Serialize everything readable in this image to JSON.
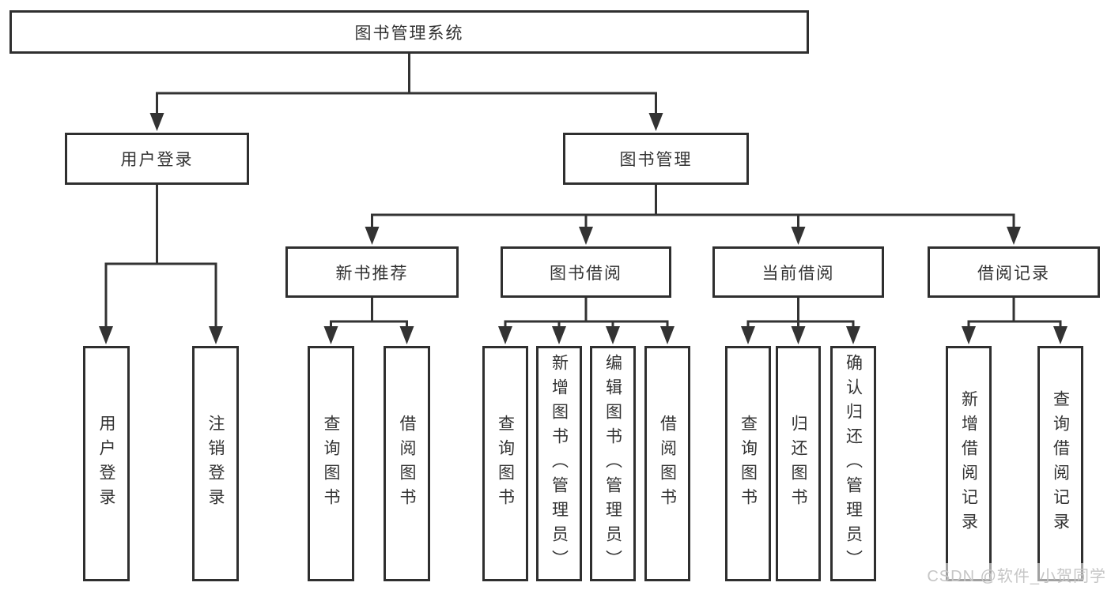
{
  "diagram": {
    "root": "图书管理系统",
    "level2": [
      "用户登录",
      "图书管理"
    ],
    "level3": [
      "新书推荐",
      "图书借阅",
      "当前借阅",
      "借阅记录"
    ],
    "leaves": {
      "user_login": [
        "用户登录",
        "注销登录"
      ],
      "new_book_recommend": [
        "查询图书",
        "借阅图书"
      ],
      "book_borrowing": [
        "查询图书",
        "新增图书（管理员）",
        "编辑图书（管理员）",
        "借阅图书"
      ],
      "current_borrowing": [
        "查询图书",
        "归还图书",
        "确认归还（管理员）"
      ],
      "borrowing_records": [
        "新增借阅记录",
        "查询借阅记录"
      ]
    }
  },
  "watermark": "CSDN @软件_小贺同学",
  "colors": {
    "line": "#333333",
    "box_border": "#2f2f2f",
    "text": "#333333",
    "watermark": "#c6c6c6",
    "background": "#ffffff"
  }
}
